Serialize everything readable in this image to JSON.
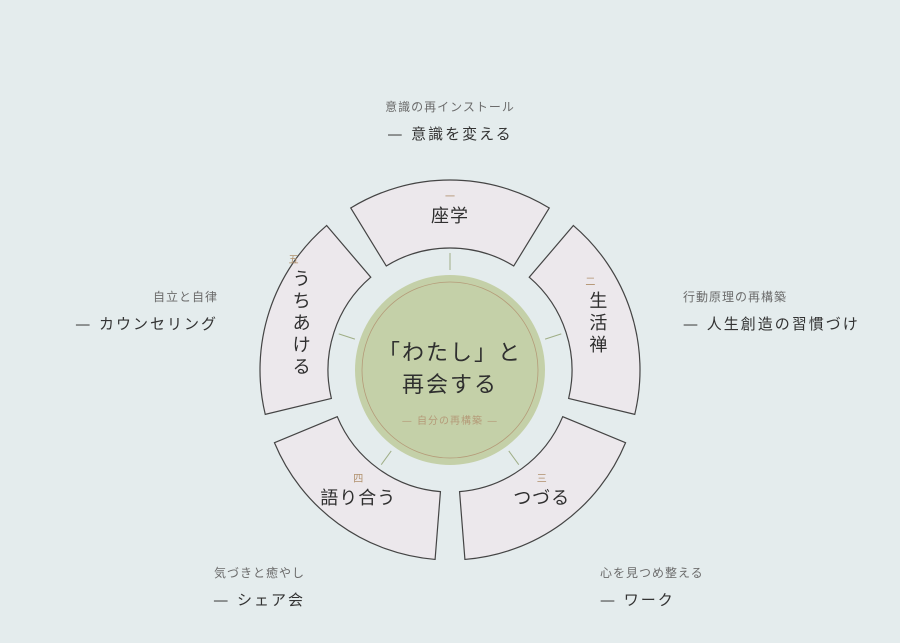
{
  "colors": {
    "background": "#e4eced",
    "segment_fill": "#ece8ec",
    "segment_stroke": "#444444",
    "center_fill": "#c4d0a8",
    "center_ring": "#b49a78",
    "numeral": "#b0906c"
  },
  "center": {
    "line1": "「わたし」と",
    "line2": "再会する",
    "subtitle": "— 自分の再構築 —"
  },
  "segments": [
    {
      "numeral": "一",
      "label": "座学",
      "orientation": "horizontal"
    },
    {
      "numeral": "二",
      "label": "生活禅",
      "orientation": "vertical"
    },
    {
      "numeral": "三",
      "label": "つづる",
      "orientation": "horizontal"
    },
    {
      "numeral": "四",
      "label": "語り合う",
      "orientation": "horizontal"
    },
    {
      "numeral": "五",
      "label": "うちあける",
      "orientation": "vertical"
    }
  ],
  "external": [
    {
      "sub": "意識の再インストール",
      "dash": "—",
      "main": "意識を変える"
    },
    {
      "sub": "行動原理の再構築",
      "dash": "—",
      "main": "人生創造の習慣づけ"
    },
    {
      "sub": "心を見つめ整える",
      "dash": "—",
      "main": "ワーク"
    },
    {
      "sub": "気づきと癒やし",
      "dash": "—",
      "main": "シェア会"
    },
    {
      "sub": "自立と自律",
      "dash": "—",
      "main": "カウンセリング"
    }
  ]
}
